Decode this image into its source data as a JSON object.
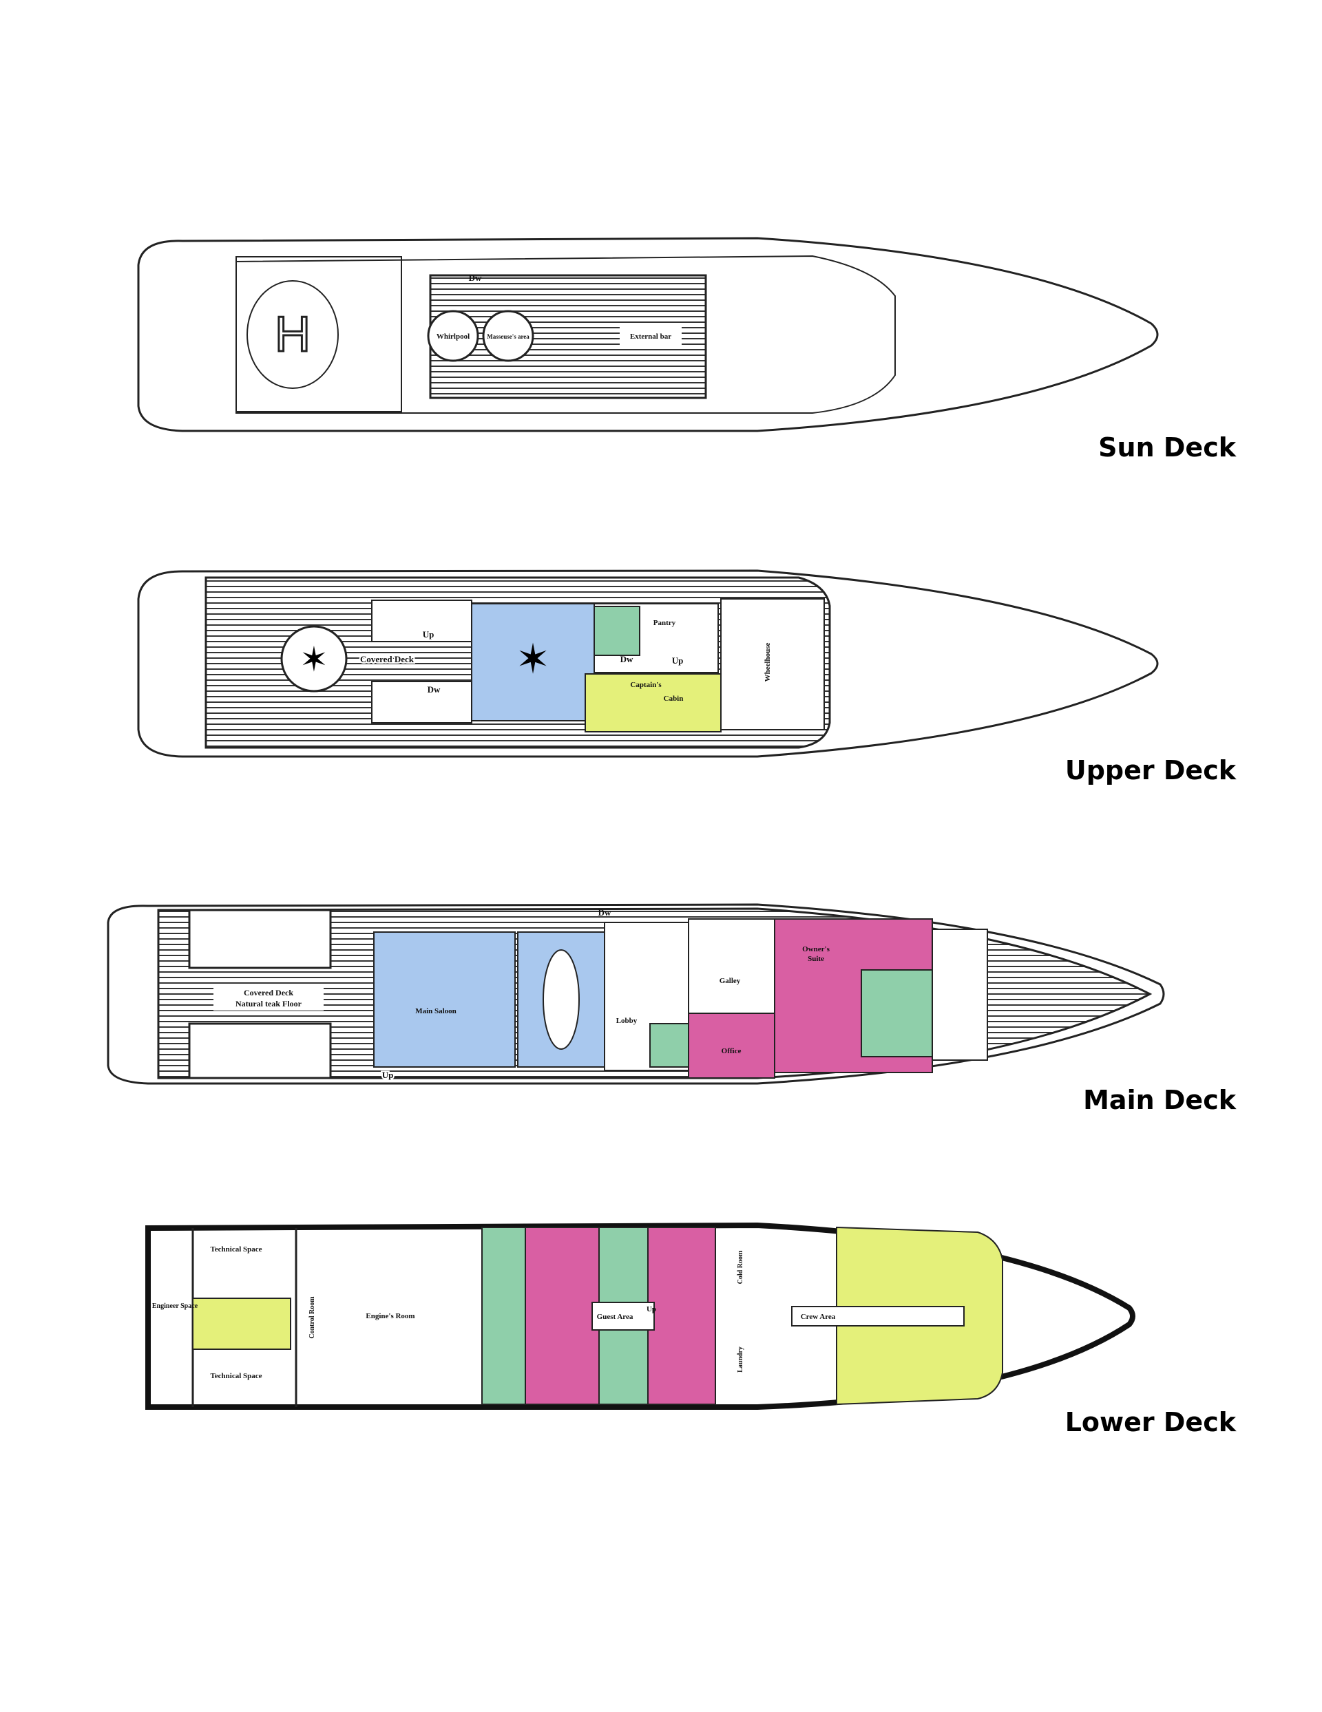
{
  "colors": {
    "saloon": "#a9c8ee",
    "guest": "#d95fa3",
    "bath": "#8fcfaa",
    "crew": "#e4f07a"
  },
  "decks": {
    "sun": {
      "title": "Sun Deck",
      "rooms": {
        "helipad": "H",
        "dw": "Dw",
        "whirlpool": "Whirlpool",
        "masseuse": "Masseuse's area",
        "bar": "External bar"
      }
    },
    "upper": {
      "title": "Upper Deck",
      "rooms": {
        "up1": "Up",
        "covered": "Covered Deck",
        "dw1": "Dw",
        "pantry": "Pantry",
        "dw2": "Dw",
        "up2": "Up",
        "captain1": "Captain's",
        "captain2": "Cabin",
        "wheelhouse": "Wheelhouse"
      }
    },
    "main": {
      "title": "Main Deck",
      "rooms": {
        "dw": "Dw",
        "covered1": "Covered Deck",
        "covered2": "Natural teak Floor",
        "saloon": "Main Saloon",
        "lobby": "Lobby",
        "galley": "Galley",
        "owner1": "Owner's",
        "owner2": "Suite",
        "office": "Office",
        "up": "Up"
      }
    },
    "lower": {
      "title": "Lower Deck",
      "rooms": {
        "tech1": "Technical Space",
        "tech2": "Technical Space",
        "engineer": "Engineer Space",
        "control": "Control Room",
        "engine": "Engine's Room",
        "guest": "Guest Area",
        "up": "Up",
        "crew": "Crew Area",
        "laundry": "Laundry",
        "cold": "Cold Room"
      }
    }
  }
}
